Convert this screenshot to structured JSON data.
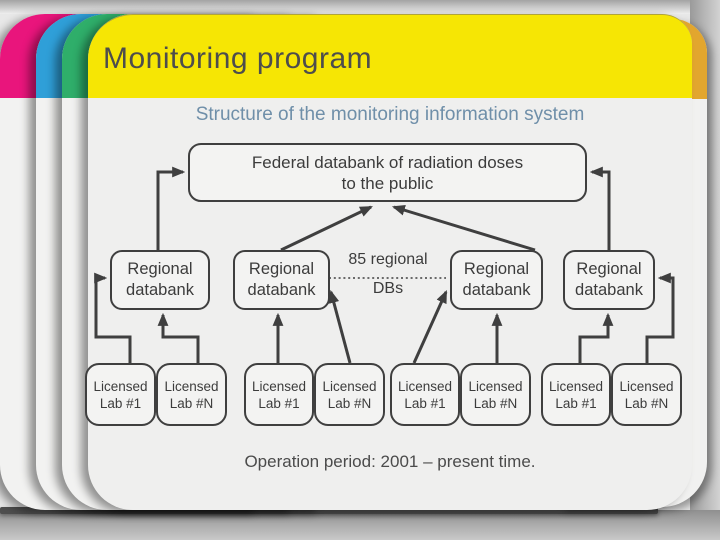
{
  "slide": {
    "title": "Monitoring program",
    "subtitle": "Structure of the monitoring information system",
    "footer": "Operation period: 2001 – present time."
  },
  "diagram": {
    "federal": {
      "line1": "Federal databank of radiation doses",
      "line2": "to the public"
    },
    "regional": [
      {
        "line1": "Regional",
        "line2": "databank"
      },
      {
        "line1": "Regional",
        "line2": "databank"
      },
      {
        "line1": "Regional",
        "line2": "databank"
      },
      {
        "line1": "Regional",
        "line2": "databank"
      }
    ],
    "note": {
      "line1": "85 regional",
      "line2": "DBs"
    },
    "labs": [
      {
        "line1": "Licensed",
        "line2": "Lab #1"
      },
      {
        "line1": "Licensed",
        "line2": "Lab #N"
      },
      {
        "line1": "Licensed",
        "line2": "Lab #1"
      },
      {
        "line1": "Licensed",
        "line2": "Lab #N"
      },
      {
        "line1": "Licensed",
        "line2": "Lab #1"
      },
      {
        "line1": "Licensed",
        "line2": "Lab #N"
      },
      {
        "line1": "Licensed",
        "line2": "Lab #1"
      },
      {
        "line1": "Licensed",
        "line2": "Lab #N"
      }
    ]
  },
  "colors": {
    "header_yellow": "#F6E604",
    "tab_magenta": "#E9157C",
    "tab_blue": "#2F9FD8",
    "tab_green": "#2FAE6A",
    "edge_amber": "#E2A62E",
    "subtitle_blue": "#6F8FA9",
    "connector_dark": "#3F3F3F"
  }
}
